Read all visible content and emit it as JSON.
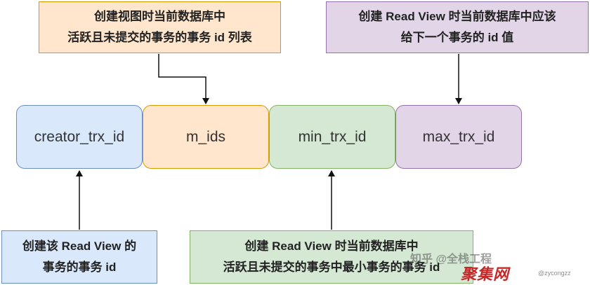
{
  "notes": {
    "top_left": [
      "创建视图时当前数据库中",
      "活跃且未提交的事务的事务 id 列表"
    ],
    "top_right": [
      "创建 Read View 时当前数据库中应该",
      "给下一个事务的 id 值"
    ],
    "bottom_left": [
      "创建该 Read View 的",
      "事务的事务 id"
    ],
    "bottom_center": [
      "创建 Read View 时当前数据库中",
      "活跃且未提交的事务中最小事务的事务 id"
    ]
  },
  "fields": [
    "creator_trx_id",
    "m_ids",
    "min_trx_id",
    "max_trx_id"
  ],
  "colors": {
    "blue_fill": "#dae8fc",
    "blue_stroke": "#6c8ebf",
    "orange_fill": "#ffe6cc",
    "orange_stroke": "#d79b00",
    "green_fill": "#d5e8d4",
    "green_stroke": "#82b366",
    "purple_fill": "#e1d5e7",
    "purple_stroke": "#9673a6"
  },
  "watermark": {
    "zhihu": "知乎 @全栈工程",
    "brand": "聚集网",
    "handle": "@zycongzz"
  }
}
